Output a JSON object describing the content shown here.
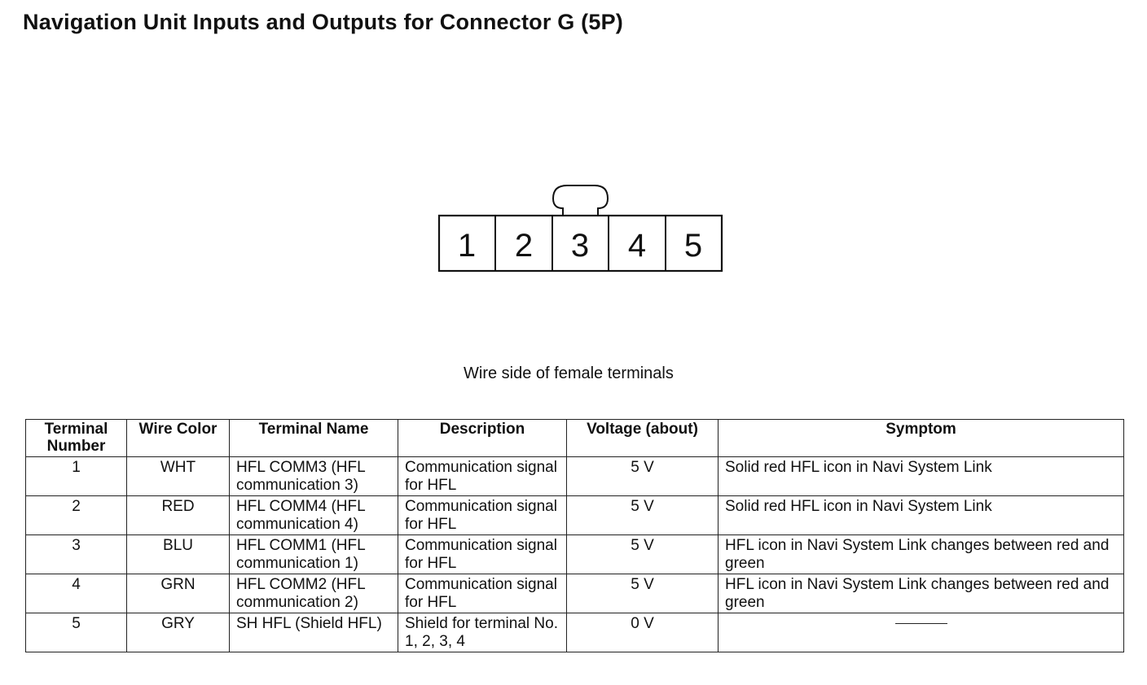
{
  "title": "Navigation Unit Inputs and Outputs for Connector G (5P)",
  "connector": {
    "terminals": [
      "1",
      "2",
      "3",
      "4",
      "5"
    ],
    "caption": "Wire side of female terminals"
  },
  "table": {
    "headers": [
      "Terminal Number",
      "Wire Color",
      "Terminal Name",
      "Description",
      "Voltage (about)",
      "Symptom"
    ],
    "rows": [
      {
        "terminal": "1",
        "wire_color": "WHT",
        "terminal_name": "HFL COMM3 (HFL communication 3)",
        "description": "Communication signal for HFL",
        "voltage": "5 V",
        "symptom": "Solid red HFL icon in Navi System Link"
      },
      {
        "terminal": "2",
        "wire_color": "RED",
        "terminal_name": "HFL COMM4 (HFL communication 4)",
        "description": "Communication signal for HFL",
        "voltage": "5 V",
        "symptom": "Solid red HFL icon in Navi System Link"
      },
      {
        "terminal": "3",
        "wire_color": "BLU",
        "terminal_name": "HFL COMM1 (HFL communication 1)",
        "description": "Communication signal for HFL",
        "voltage": "5 V",
        "symptom": "HFL icon in Navi System Link changes between red and green"
      },
      {
        "terminal": "4",
        "wire_color": "GRN",
        "terminal_name": "HFL COMM2 (HFL communication 2)",
        "description": "Communication signal for HFL",
        "voltage": "5 V",
        "symptom": "HFL icon in Navi System Link changes between red and green"
      },
      {
        "terminal": "5",
        "wire_color": "GRY",
        "terminal_name": "SH HFL (Shield HFL)",
        "description": "Shield for terminal No. 1, 2, 3, 4",
        "voltage": "0 V",
        "symptom": ""
      }
    ]
  }
}
